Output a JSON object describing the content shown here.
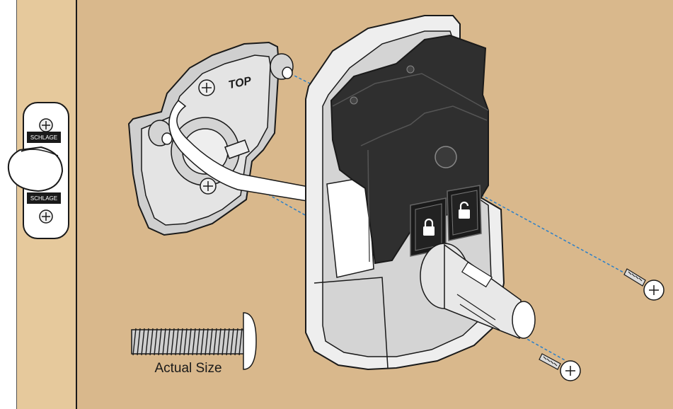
{
  "labels": {
    "plate_marking": "TOP",
    "latch_brand": "SCHLAGE",
    "screw_caption": "Actual Size"
  },
  "icons": [
    "lock-icon",
    "unlock-icon",
    "screw-icon",
    "latch-icon"
  ],
  "colors": {
    "wall": "#d9b88c",
    "door_edge": "#e6c99c",
    "metal": "#d4d4d4",
    "metal_light": "#eeeeee",
    "lock_body": "#2f2f2f",
    "guide_line": "#2a7fc9",
    "outline": "#1a1a1a",
    "frame_strip": "#ffffff"
  }
}
